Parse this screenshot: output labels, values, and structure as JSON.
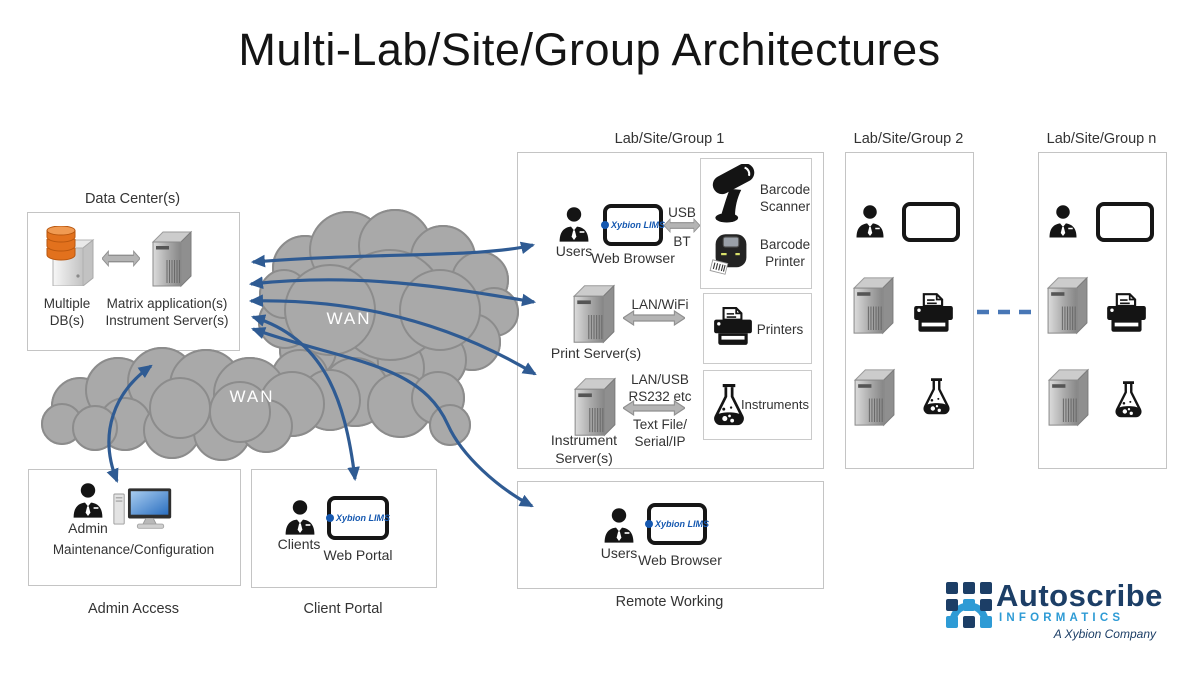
{
  "title": "Multi-Lab/Site/Group Architectures",
  "data_center": {
    "title": "Data Center(s)",
    "db_line1": "Multiple",
    "db_line2": "DB(s)",
    "srv_line1": "Matrix application(s)",
    "srv_line2": "Instrument Server(s)"
  },
  "wan": {
    "upper": "WAN",
    "lower": "WAN"
  },
  "lab1": {
    "title": "Lab/Site/Group 1",
    "users": "Users",
    "web_browser": "Web Browser",
    "usb": "USB",
    "bt": "BT",
    "barcode_scanner_1": "Barcode",
    "barcode_scanner_2": "Scanner",
    "barcode_printer_1": "Barcode",
    "barcode_printer_2": "Printer",
    "print_server": "Print Server(s)",
    "lan_wifi": "LAN/WiFi",
    "printers": "Printers",
    "instr_srv_1": "Instrument",
    "instr_srv_2": "Server(s)",
    "lan_usb_1": "LAN/USB",
    "lan_usb_2": "RS232 etc",
    "textfile_1": "Text File/",
    "textfile_2": "Serial/IP",
    "instruments": "Instruments",
    "lims": "Xybion LIMS"
  },
  "lab2": {
    "title": "Lab/Site/Group 2"
  },
  "labn": {
    "title": "Lab/Site/Group n"
  },
  "admin": {
    "user": "Admin",
    "line": "Maintenance/Configuration",
    "caption": "Admin Access"
  },
  "client": {
    "user": "Clients",
    "line": "Web Portal",
    "caption": "Client Portal",
    "lims": "Xybion LIMS"
  },
  "remote": {
    "user": "Users",
    "line": "Web Browser",
    "caption": "Remote Working",
    "lims": "Xybion LIMS"
  },
  "logo": {
    "brand": "Autoscribe",
    "sub": "INFORMATICS",
    "tagline": "A Xybion Company"
  },
  "colors": {
    "arrow": "#2F5B93",
    "dashed_link": "#4877B6",
    "cloud": "#A9A9A9",
    "cloud_border": "#8C8C8C",
    "box_border": "#C4C4C4",
    "lims_blue": "#1558B0",
    "logo_navy": "#1C3E66",
    "logo_blue": "#2E9BD5",
    "db_orange": "#E2711D"
  }
}
